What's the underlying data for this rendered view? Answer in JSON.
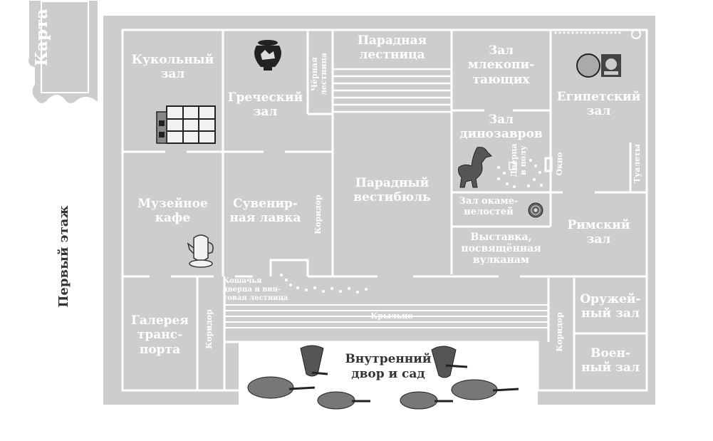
{
  "title_tab": "Карта",
  "floor_label": "Первый этаж",
  "rooms": {
    "doll_hall": "Кукольный\nзал",
    "greek_hall": "Греческий\nзал",
    "back_stairs": "Чёрная\nлестница",
    "grand_staircase": "Парадная\nлестница",
    "mammal_hall": "Зал\nмлекопи-\nтающих",
    "egyptian_hall": "Египетский\nзал",
    "dinosaur_hall": "Зал\nдинозавров",
    "floor_door": "Дверца\nв полу",
    "window": "Окно",
    "toilets": "Туалеты",
    "museum_cafe": "Музейное\nкафе",
    "souvenir_shop": "Сувенир-\nная лавка",
    "corridor_center": "Коридор",
    "grand_vestibule": "Парадный\nвестибюль",
    "fossil_hall": "Зал окаме-\nнелостей",
    "roman_hall": "Римский\nзал",
    "volcano_exhibit": "Выставка,\nпосвящённая\nвулканам",
    "cat_door": "Кошачья\nдверца и вин-\nтовая лестница",
    "porch": "Крыльцо",
    "transport_gallery": "Галерея\nтранс-\nпорта",
    "corridor_left": "Коридор",
    "corridor_right": "Коридор",
    "armory_hall": "Оружей-\nный зал",
    "military_hall": "Воен-\nный зал",
    "courtyard": "Внутренний\nдвор и сад"
  },
  "colors": {
    "plan_fill": "#cdcdcd",
    "walls": "#ffffff",
    "label_text": "#ffffff",
    "outside_text": "#333333"
  },
  "icons": [
    "vase-icon",
    "dollhouse-icon",
    "egyptian-artifact-icon",
    "dinosaur-icon",
    "ammonite-icon",
    "teapot-icon",
    "tree-icon"
  ]
}
